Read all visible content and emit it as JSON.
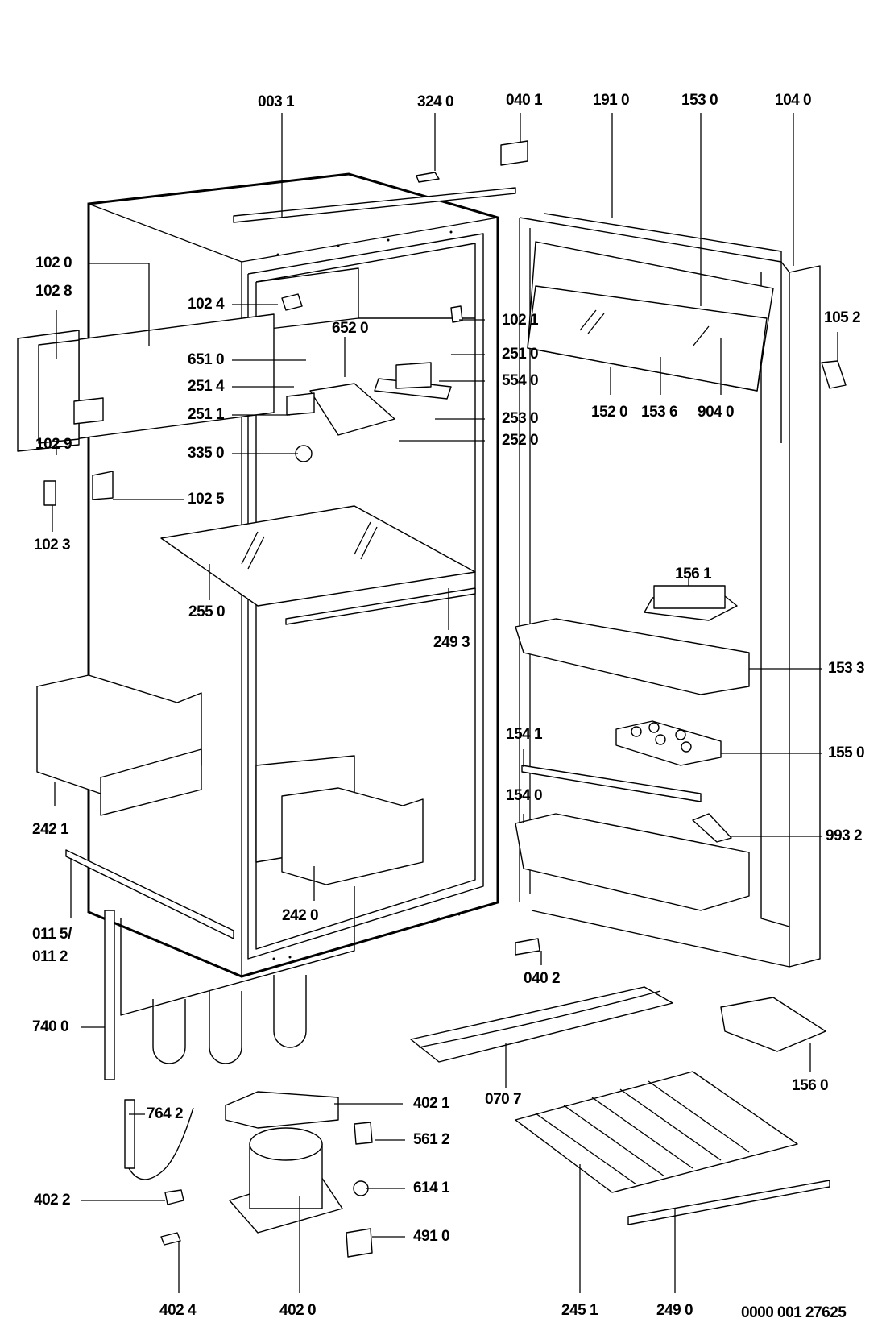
{
  "diagram": {
    "title": "Refrigerator exploded parts view",
    "drawing_number": "0000 001 27625",
    "parts": {
      "p0031": "003 1",
      "p3240": "324 0",
      "p0401": "040 1",
      "p1910": "191 0",
      "p1530": "153 0",
      "p1040": "104 0",
      "p1020": "102 0",
      "p1028": "102 8",
      "p1024": "102 4",
      "p6520": "652 0",
      "p1021": "102 1",
      "p1052": "105 2",
      "p6510": "651 0",
      "p2510": "251 0",
      "p2514": "251 4",
      "p5540": "554 0",
      "p2511": "251 1",
      "p2530": "253 0",
      "p2520": "252 0",
      "p1520": "152 0",
      "p1536": "153 6",
      "p9040": "904 0",
      "p1029": "102 9",
      "p3350": "335 0",
      "p1025": "102 5",
      "p1023": "102 3",
      "p1561": "156 1",
      "p2550": "255 0",
      "p2493": "249 3",
      "p1533": "153 3",
      "p1550": "155 0",
      "p1541": "154 1",
      "p1540": "154 0",
      "p2421": "242 1",
      "p9932": "993 2",
      "p2420": "242 0",
      "p0115": "011 5/",
      "p0112": "011 2",
      "p0402": "040 2",
      "p7400": "740 0",
      "p0707": "070 7",
      "p1560": "156 0",
      "p4021": "402 1",
      "p7642": "764 2",
      "p5612": "561 2",
      "p6141": "614 1",
      "p4022": "402 2",
      "p4910": "491 0",
      "p4024": "402 4",
      "p4020": "402 0",
      "p2451": "245 1",
      "p2490": "249 0"
    }
  }
}
